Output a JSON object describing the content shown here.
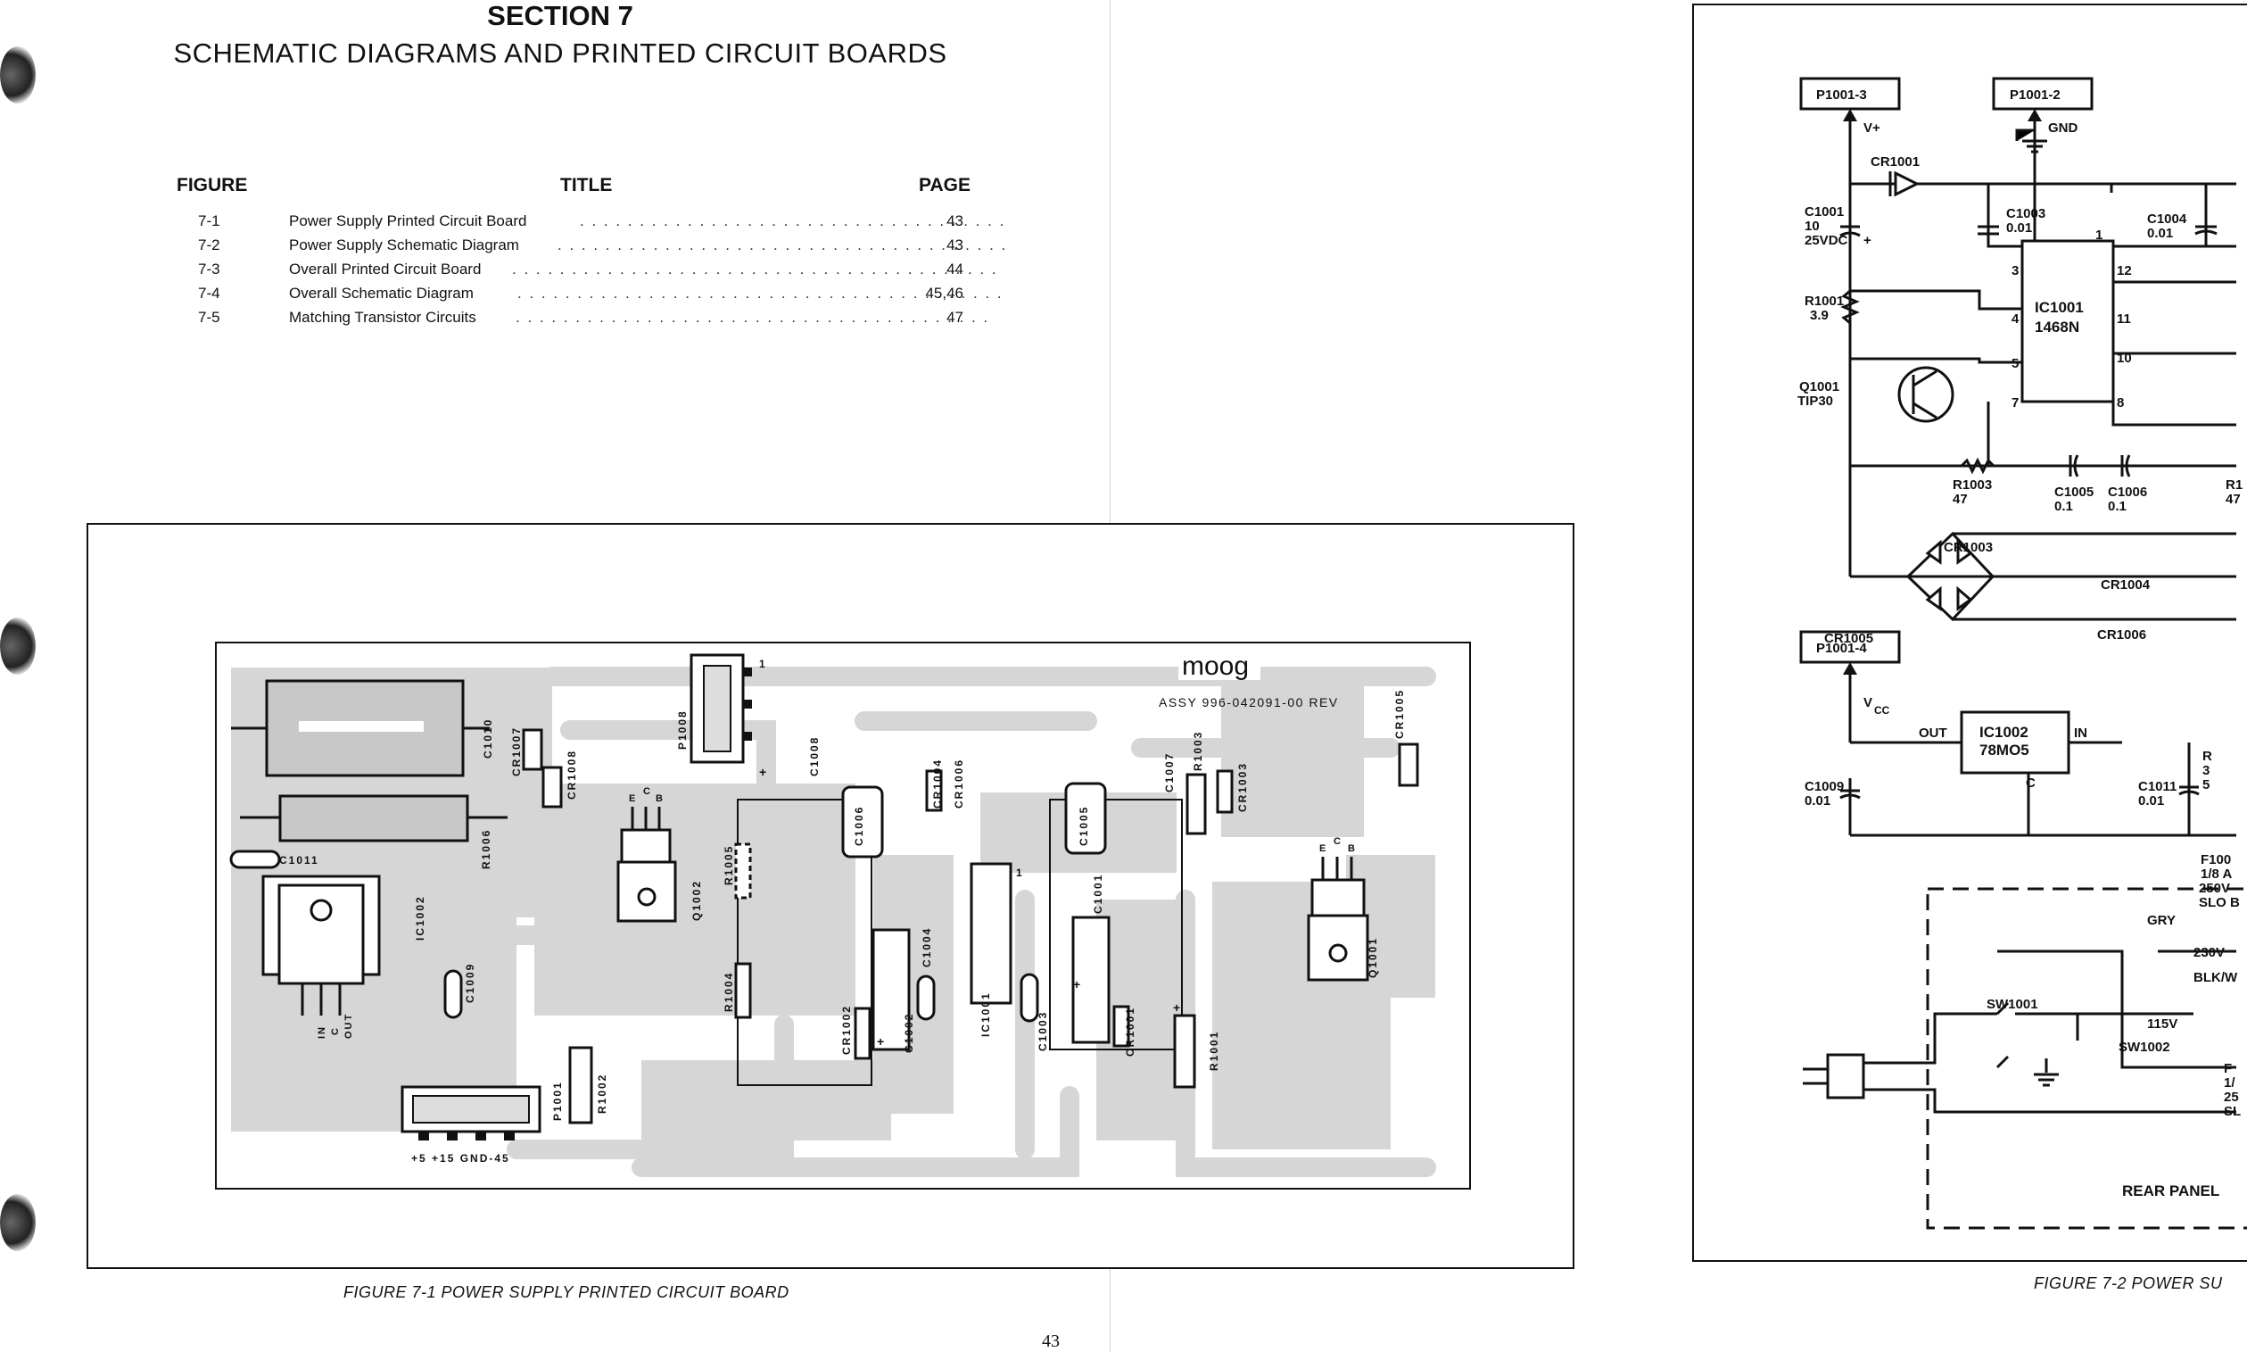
{
  "section": {
    "number": "SECTION 7",
    "title": "SCHEMATIC DIAGRAMS AND PRINTED CIRCUIT BOARDS"
  },
  "toc": {
    "col_figure": "FIGURE",
    "col_title": "TITLE",
    "col_page": "PAGE",
    "rows": [
      {
        "figure": "7-1",
        "title": "Power Supply Printed Circuit Board",
        "page": "43"
      },
      {
        "figure": "7-2",
        "title": "Power Supply Schematic Diagram",
        "page": "43"
      },
      {
        "figure": "7-3",
        "title": "Overall Printed Circuit Board",
        "page": "44"
      },
      {
        "figure": "7-4",
        "title": "Overall Schematic Diagram",
        "page": "45,46"
      },
      {
        "figure": "7-5",
        "title": "Matching Transistor Circuits",
        "page": "47"
      }
    ]
  },
  "pcb": {
    "logo": "moog",
    "assy": "ASSY 996-042091-00  REV",
    "labels": [
      "C1010",
      "CR1007",
      "CR1008",
      "P1008",
      "C1008",
      "C1006",
      "CR1004",
      "CR1006",
      "C1005",
      "C1007",
      "R1003",
      "CR1003",
      "CR1005",
      "C1011",
      "R1006",
      "IC1002",
      "Q1002",
      "R1005",
      "R1004",
      "CR1002",
      "C1002",
      "C1004",
      "IC1001",
      "C1003",
      "C1001",
      "CR1001",
      "R1001",
      "Q1001",
      "C1009",
      "P1001",
      "R1002"
    ],
    "pin_labels": {
      "ecb_e": "E",
      "ecb_c": "C",
      "ecb_b": "B",
      "in": "IN",
      "c": "C",
      "out": "OUT"
    },
    "connector_legend": "+5 +15  GND-45",
    "pin_one": "1",
    "plus": "+"
  },
  "schematic": {
    "p1001_3": "P1001-3",
    "vplus": "V+",
    "p1001_2": "P1001-2",
    "gnd": "GND",
    "cr1001": "CR1001",
    "c1001": [
      "C1001",
      "10",
      "25VDC"
    ],
    "c1003": [
      "C1003",
      "0.01"
    ],
    "c1004": [
      "C1004",
      "0.01"
    ],
    "ic1001": [
      "IC1001",
      "1468N"
    ],
    "pins_left": [
      "1",
      "3",
      "4",
      "5",
      "7"
    ],
    "pins_right": [
      "12",
      "11",
      "10",
      "8"
    ],
    "r1001": [
      "R1001",
      "3.9"
    ],
    "q1001": [
      "Q1001",
      "TIP30"
    ],
    "r1003": [
      "R1003",
      "47"
    ],
    "c1005": [
      "C1005",
      "0.1"
    ],
    "c1006": [
      "C1006",
      "0.1"
    ],
    "r_cut": [
      "R1",
      "47"
    ],
    "cr1003": "CR1003",
    "cr1004": "CR1004",
    "cr1005": "CR1005",
    "cr1006": "CR1006",
    "p1001_4": "P1001-4",
    "vcc": "V",
    "vcc_sub": "CC",
    "out": "OUT",
    "in": "IN",
    "ic1002": [
      "IC1002",
      "78MO5"
    ],
    "ic1002_c": "C",
    "c1009": [
      "C1009",
      "0.01"
    ],
    "c1011": [
      "C1011",
      "0.01"
    ],
    "r_cut2": [
      "R",
      "3",
      "5"
    ],
    "f1002": [
      "F100",
      "1/8 A",
      "250V",
      "SLO B"
    ],
    "gry": "GRY",
    "v230": "230V",
    "blkw": "BLK/W",
    "v115": "115V",
    "sw1001": "SW1001",
    "sw1002": "SW1002",
    "f_cut": [
      "F",
      "1/",
      "25",
      "SL"
    ],
    "rear_panel": "REAR PANEL",
    "plus": "+"
  },
  "captions": {
    "fig1": "FIGURE 7-1   POWER SUPPLY PRINTED CIRCUIT BOARD",
    "fig2": "FIGURE 7-2   POWER SU"
  },
  "page_number": "43"
}
